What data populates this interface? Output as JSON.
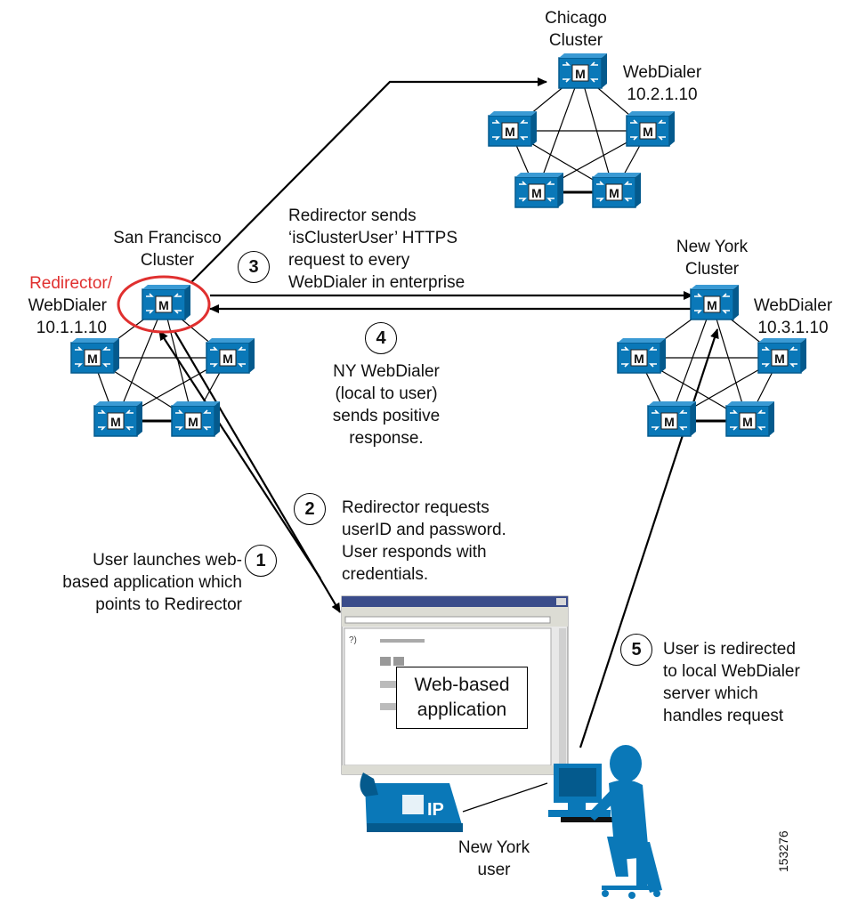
{
  "clusters": {
    "chicago": {
      "name": "Chicago\nCluster",
      "server": "WebDialer\n10.2.1.10"
    },
    "san_francisco": {
      "name": "San Francisco\nCluster",
      "role": "Redirector/",
      "server": "WebDialer\n10.1.1.10"
    },
    "new_york": {
      "name": "New York\nCluster",
      "server": "WebDialer\n10.3.1.10"
    }
  },
  "steps": [
    {
      "num": "1",
      "text": "User launches web-\nbased application which\npoints to Redirector"
    },
    {
      "num": "2",
      "text": "Redirector requests\nuserID and password.\nUser responds with\ncredentials."
    },
    {
      "num": "3",
      "text": "Redirector sends\n‘isClusterUser’ HTTPS\nrequest to every\nWebDialer in enterprise"
    },
    {
      "num": "4",
      "text": "NY WebDialer\n(local to user)\nsends positive\nresponse."
    },
    {
      "num": "5",
      "text": "User is redirected\nto local WebDialer\nserver which\nhandles request"
    }
  ],
  "app_window": {
    "label": "Web-based\napplication"
  },
  "user": {
    "label": "New York\nuser",
    "phone_badge": "IP"
  },
  "server_badge": "M",
  "figure_number": "153276",
  "colors": {
    "device_blue": "#0a78b8",
    "device_dark": "#045a8d",
    "highlight_red": "#e0302f",
    "line": "#000000"
  }
}
